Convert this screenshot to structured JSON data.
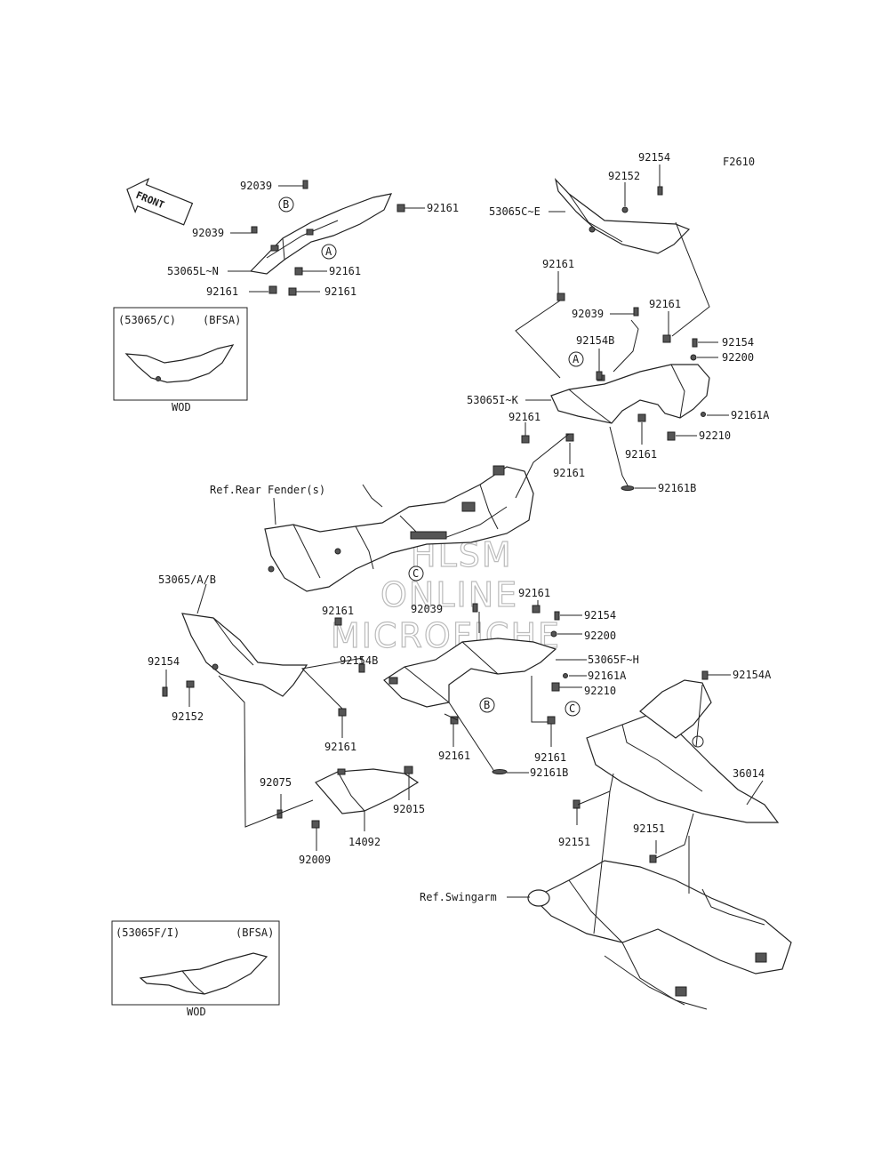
{
  "figure_code": "F2610",
  "front_arrow": "FRONT",
  "watermark": [
    "HLSM",
    "ONLINE",
    "MICROFICHE"
  ],
  "refs": {
    "rear_fender": "Ref.Rear Fender(s)",
    "swingarm": "Ref.Swingarm"
  },
  "circle_markers": [
    "A",
    "B",
    "C"
  ],
  "inset_top": {
    "code": "(53065/C)",
    "variant": "(BFSA)",
    "caption": "WOD"
  },
  "inset_bottom": {
    "code": "(53065F/I)",
    "variant": "(BFSA)",
    "caption": "WOD"
  },
  "labels": {
    "l01": "92154",
    "l02": "92152",
    "l03": "53065C~E",
    "l04": "92039",
    "l05": "92039",
    "l06": "92161",
    "l07": "53065L~N",
    "l08": "92161",
    "l09": "92161",
    "l10": "92161",
    "l11": "92161",
    "l12": "92039",
    "l13": "92161",
    "l14": "92154B",
    "l15": "92154",
    "l16": "92200",
    "l17": "53065I~K",
    "l18": "92161A",
    "l19": "92161",
    "l20": "92210",
    "l21": "92161",
    "l22": "92161",
    "l23": "92161B",
    "l24": "53065/A/B",
    "l25": "92161",
    "l26": "92039",
    "l27": "92161",
    "l28": "92154",
    "l29": "92154B",
    "l30": "92200",
    "l31": "92154",
    "l32": "53065F~H",
    "l33": "92161A",
    "l34": "92152",
    "l35": "92210",
    "l36": "92154A",
    "l37": "92161",
    "l38": "92161",
    "l39": "92161",
    "l40": "36014",
    "l41": "92075",
    "l42": "92015",
    "l43": "92161B",
    "l44": "14092",
    "l45": "92151",
    "l46": "92151",
    "l47": "92009"
  }
}
